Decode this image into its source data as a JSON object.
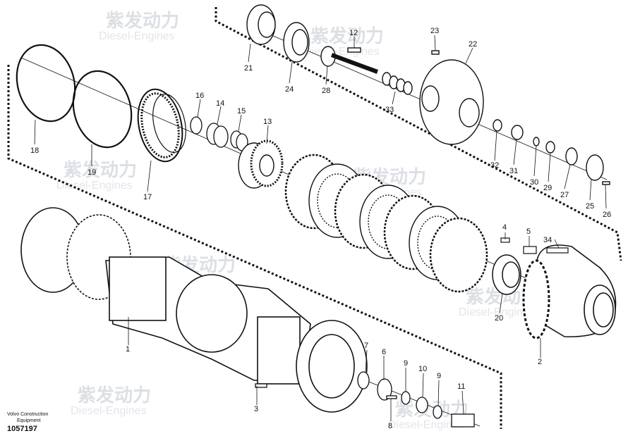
{
  "watermark": {
    "cn_text": "紫发动力",
    "en_text": "Diesel-Engines"
  },
  "footer": {
    "brand_line1": "Volvo Construction",
    "brand_line2": "Equipment",
    "drawing_number": "1057197"
  },
  "callouts": [
    {
      "id": "1",
      "part": "axle-housing"
    },
    {
      "id": "2",
      "part": "hub"
    },
    {
      "id": "3",
      "part": "bolt"
    },
    {
      "id": "4",
      "part": "bolt"
    },
    {
      "id": "5",
      "part": "pin"
    },
    {
      "id": "6",
      "part": "seal"
    },
    {
      "id": "7",
      "part": "o-ring"
    },
    {
      "id": "8",
      "part": "pin"
    },
    {
      "id": "9",
      "part": "washer"
    },
    {
      "id": "9",
      "part": "washer"
    },
    {
      "id": "10",
      "part": "bearing"
    },
    {
      "id": "11",
      "part": "shaft"
    },
    {
      "id": "12",
      "part": "key"
    },
    {
      "id": "13",
      "part": "planet-gear"
    },
    {
      "id": "14",
      "part": "bearing"
    },
    {
      "id": "15",
      "part": "bearing"
    },
    {
      "id": "16",
      "part": "retaining-ring"
    },
    {
      "id": "17",
      "part": "ring-gear"
    },
    {
      "id": "18",
      "part": "o-ring"
    },
    {
      "id": "19",
      "part": "o-ring"
    },
    {
      "id": "20",
      "part": "bearing"
    },
    {
      "id": "21",
      "part": "bearing"
    },
    {
      "id": "22",
      "part": "planet-carrier"
    },
    {
      "id": "23",
      "part": "screw"
    },
    {
      "id": "24",
      "part": "seal"
    },
    {
      "id": "25",
      "part": "cover"
    },
    {
      "id": "26",
      "part": "screw"
    },
    {
      "id": "27",
      "part": "o-ring"
    },
    {
      "id": "28",
      "part": "sun-gear"
    },
    {
      "id": "29",
      "part": "washer"
    },
    {
      "id": "30",
      "part": "washer"
    },
    {
      "id": "31",
      "part": "nut"
    },
    {
      "id": "32",
      "part": "washer"
    },
    {
      "id": "33",
      "part": "spacer-set"
    },
    {
      "id": "34",
      "part": "pin"
    }
  ]
}
